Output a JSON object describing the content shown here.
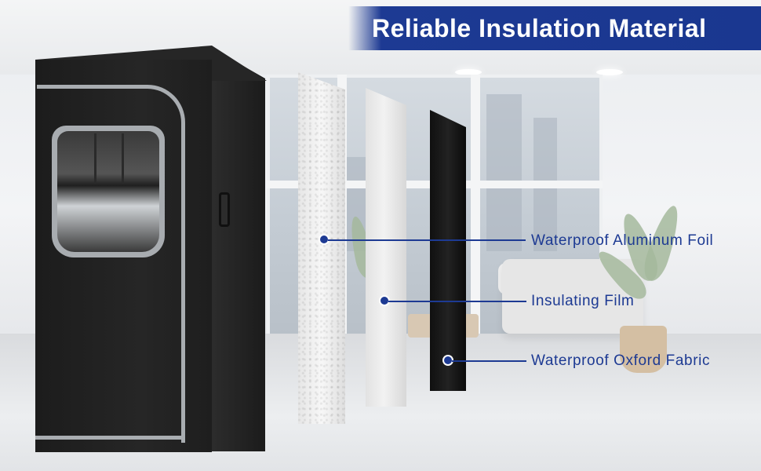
{
  "banner": {
    "title": "Reliable Insulation Material"
  },
  "layers": [
    {
      "label": "Waterproof Aluminum Foil"
    },
    {
      "label": "Insulating Film"
    },
    {
      "label": "Waterproof Oxford Fabric"
    }
  ],
  "colors": {
    "accent": "#1d3a93",
    "tent": "#1f1f1f",
    "trim": "#a9adb1"
  }
}
